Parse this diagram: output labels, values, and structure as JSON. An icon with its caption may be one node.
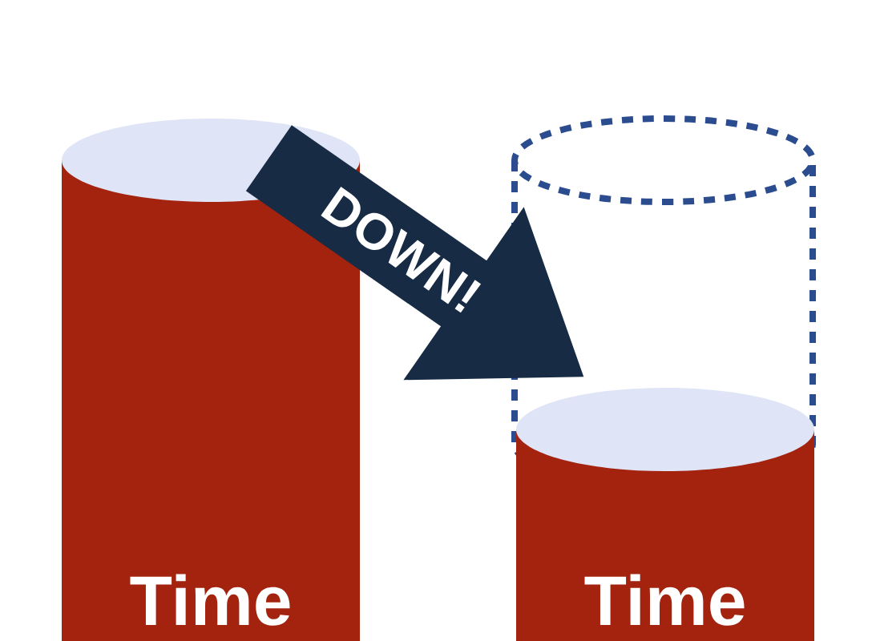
{
  "diagram": {
    "nodes": [
      {
        "text": [
          "Time"
        ]
      },
      {
        "text": [
          "Time"
        ]
      }
    ],
    "edges": [
      {
        "from": 0,
        "to": 1,
        "arrow": "to",
        "label": "DOWN!",
        "color": "#172b45"
      }
    ]
  }
}
